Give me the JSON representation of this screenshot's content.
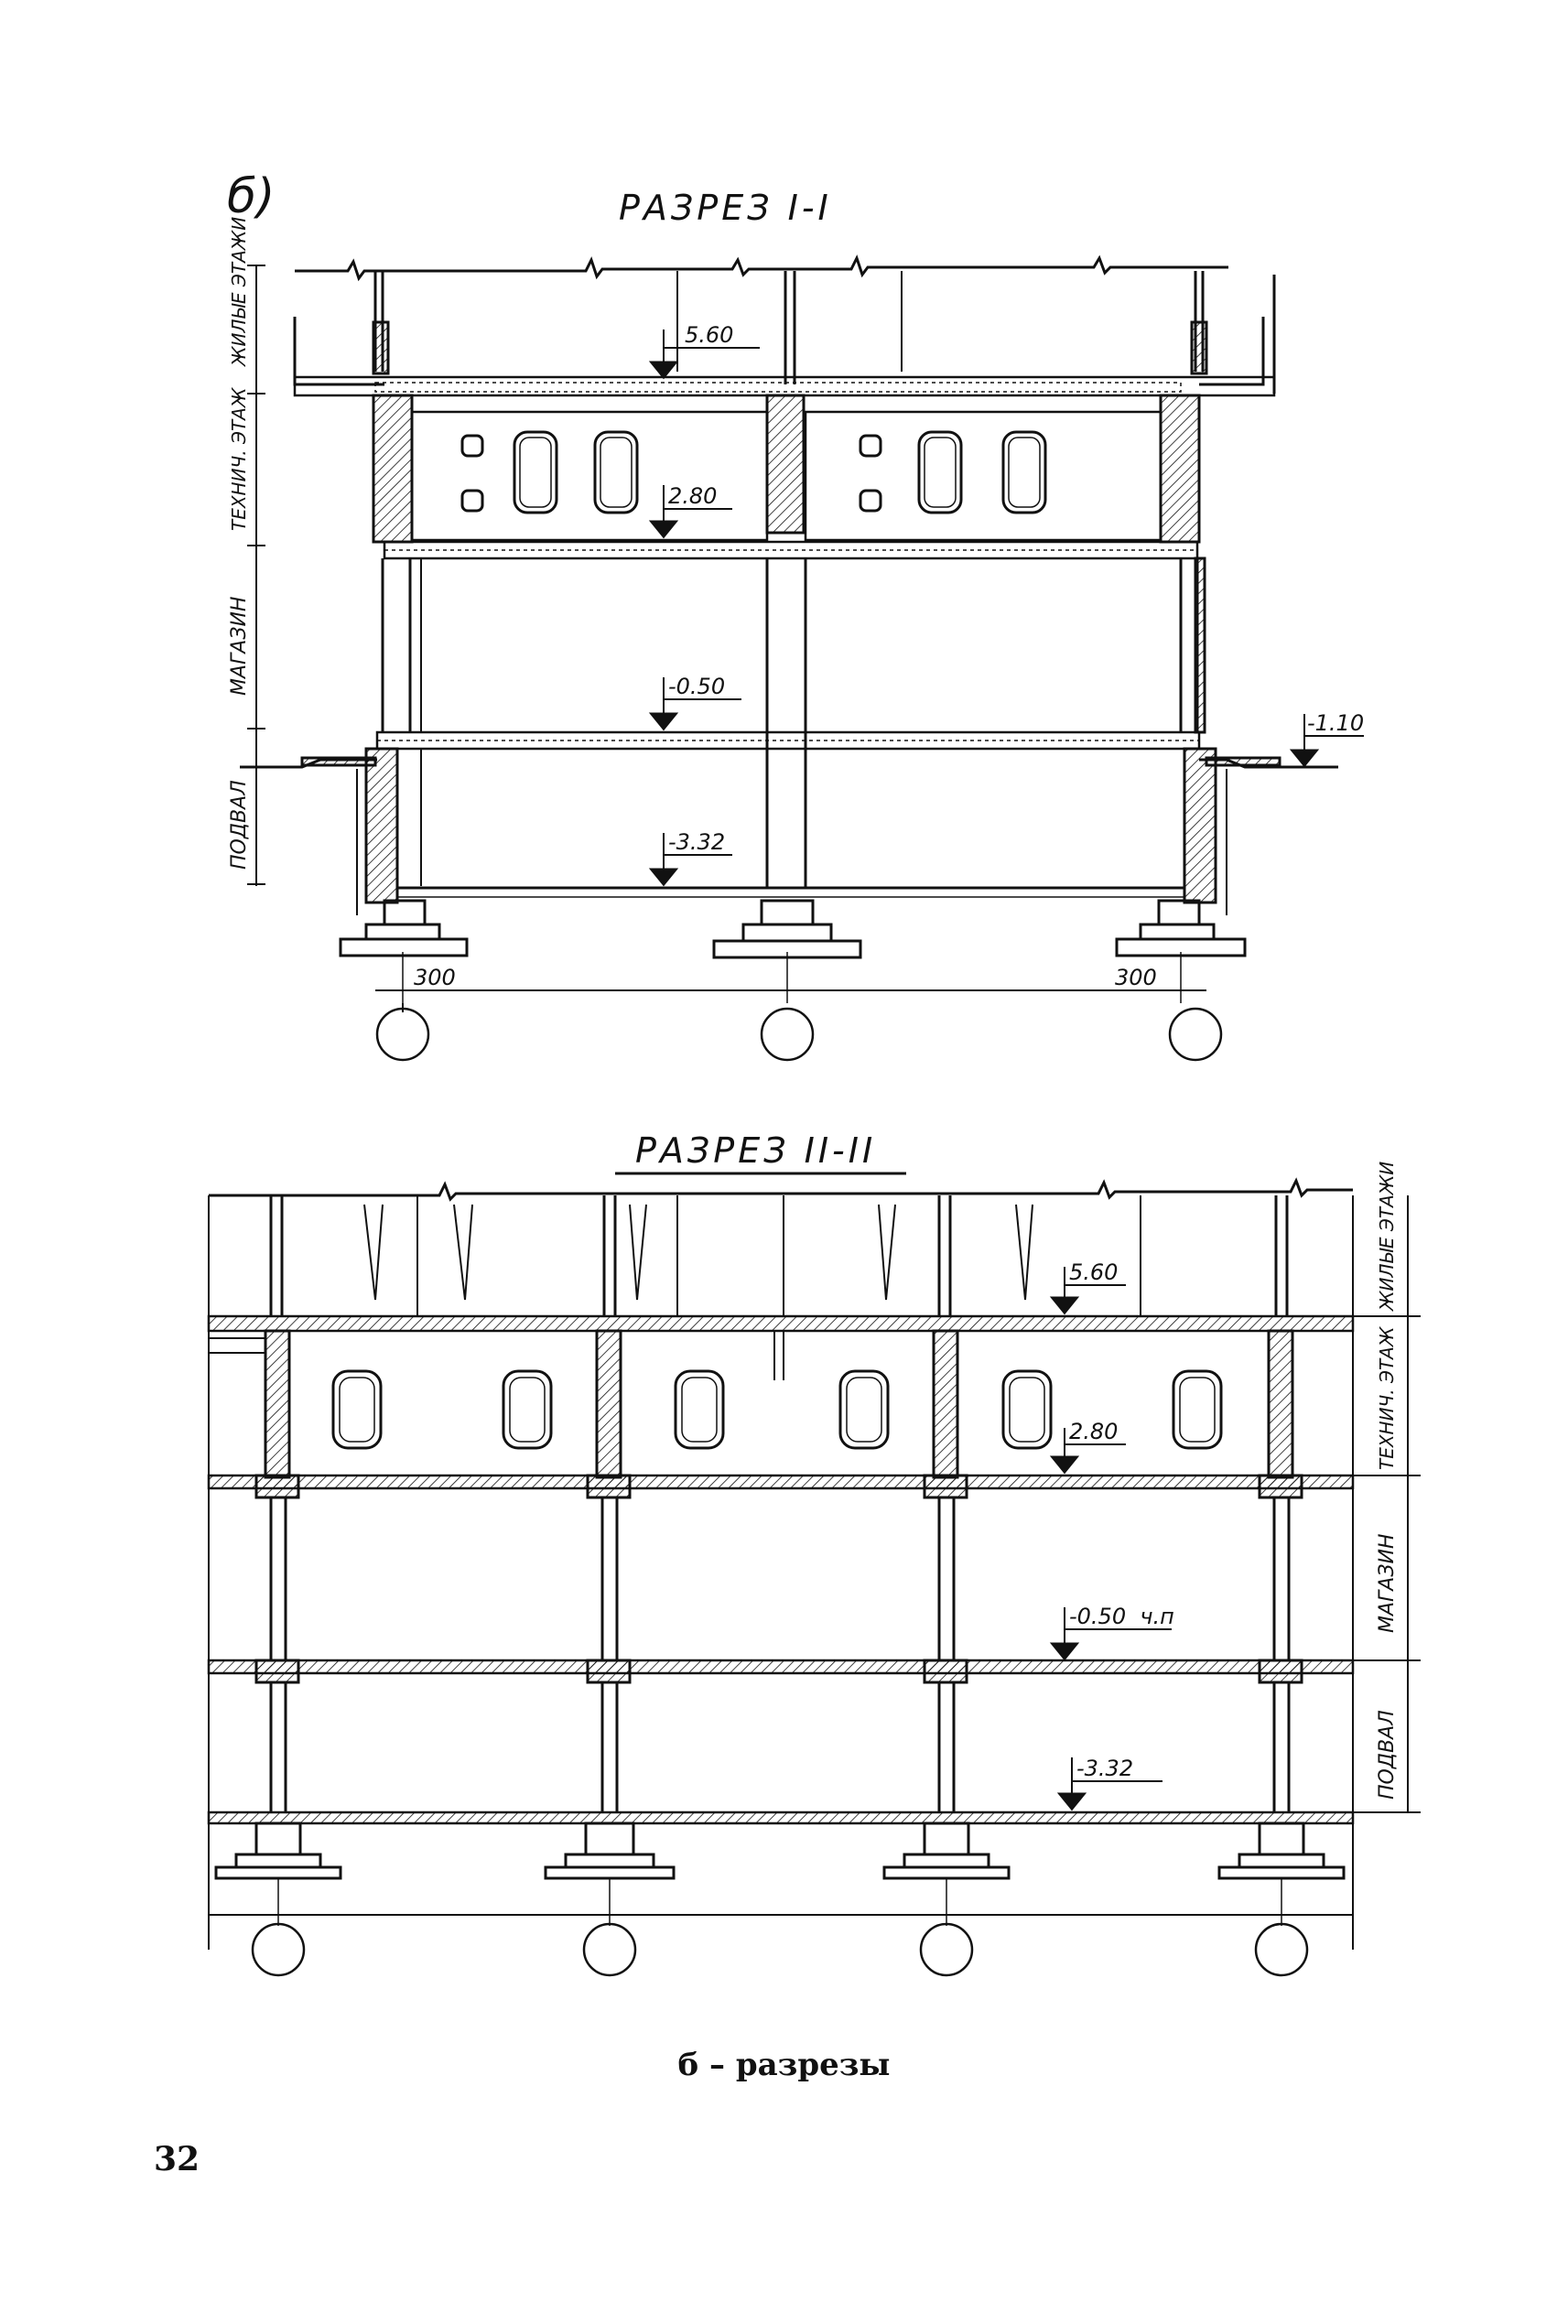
{
  "figure_letter": "б)",
  "section_1": {
    "title": "РАЗРЕЗ  I-I",
    "floor_labels": [
      "ЖИЛЫЕ ЭТАЖИ",
      "ТЕХНИЧ. ЭТАЖ",
      "МАГАЗИН",
      "ПОДВАЛ"
    ],
    "levels": [
      "5.60",
      "2.80",
      "-0.50",
      "-3.32",
      "-1.10"
    ],
    "dims": [
      "300",
      "300"
    ]
  },
  "section_2": {
    "title": "РАЗРЕЗ  II-II",
    "floor_labels": [
      "ЖИЛЫЕ ЭТАЖИ",
      "ТЕХНИЧ. ЭТАЖ",
      "МАГАЗИН",
      "ПОДВАЛ"
    ],
    "levels": [
      "5.60",
      "2.80",
      "-0.50  ч.п",
      "-3.32"
    ]
  },
  "caption": "б  –  разрезы",
  "page_number": "32"
}
